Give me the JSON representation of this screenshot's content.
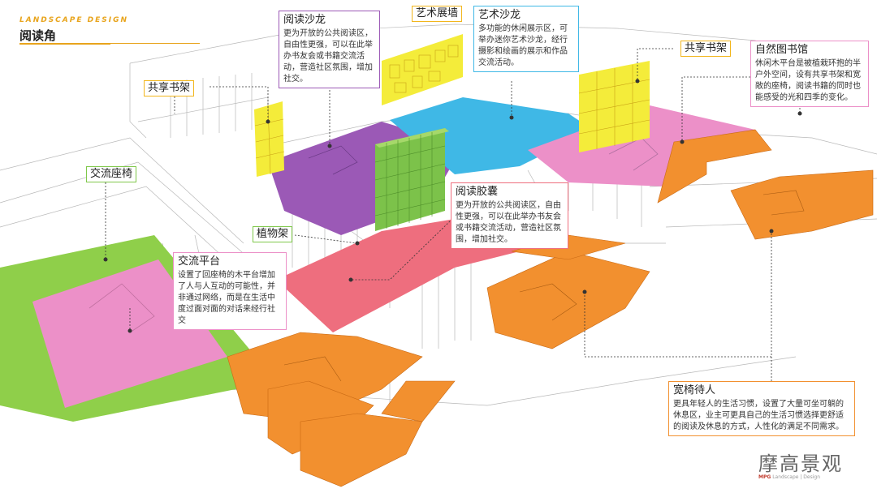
{
  "header": {
    "subtitle": "LANDSCAPE DESIGN",
    "title": "阅读角"
  },
  "labels": {
    "shared_shelf_left": "共享书架",
    "shared_shelf_right": "共享书架",
    "art_wall": "艺术展墙",
    "exchange_bench": "交流座椅",
    "plant_rack": "植物架"
  },
  "callouts": {
    "reading_salon": {
      "title": "阅读沙龙",
      "body": "更为开放的公共阅读区，自由性更强，可以在此举办书友会或书籍交流活动，营造社区氛围，增加社交。"
    },
    "art_salon": {
      "title": "艺术沙龙",
      "body": "多功能的休闲展示区，可举办迷你艺术沙龙，经行摄影和绘画的展示和作品交流活动。"
    },
    "nature_library": {
      "title": "自然图书馆",
      "body": "休闲木平台是被植栽环抱的半户外空间，设有共享书架和宽敞的座椅，阅读书籍的同时也能感受的光和四季的变化。"
    },
    "reading_capsule": {
      "title": "阅读胶囊",
      "body": "更为开放的公共阅读区，自由性更强，可以在此举办书友会或书籍交流活动，营造社区氛围，增加社交。"
    },
    "exchange_platform": {
      "title": "交流平台",
      "body": "设置了回座椅的木平台增加了人与人互动的可能性，并非通过网络，而是在生活中度过面对面的对话来经行社交"
    },
    "wide_bench": {
      "title": "宽椅待人",
      "body": "更具年轻人的生活习惯，设置了大量可坐可躺的休息区，业主可更具自己的生活习惯选择更舒适的阅读及休息的方式，人性化的满足不同需求。"
    }
  },
  "watermark": {
    "main": "摩高景观",
    "sub_brand": "MPG",
    "sub_text": "Landscape | Design"
  },
  "colors": {
    "purple": "#9b59b6",
    "blue": "#3fb8e6",
    "pink": "#ec90c8",
    "salmon": "#ee6e7e",
    "green": "#8fcf4a",
    "orange": "#f2902f",
    "yellow": "#f4ec3a",
    "accent": "#e8a41c"
  }
}
